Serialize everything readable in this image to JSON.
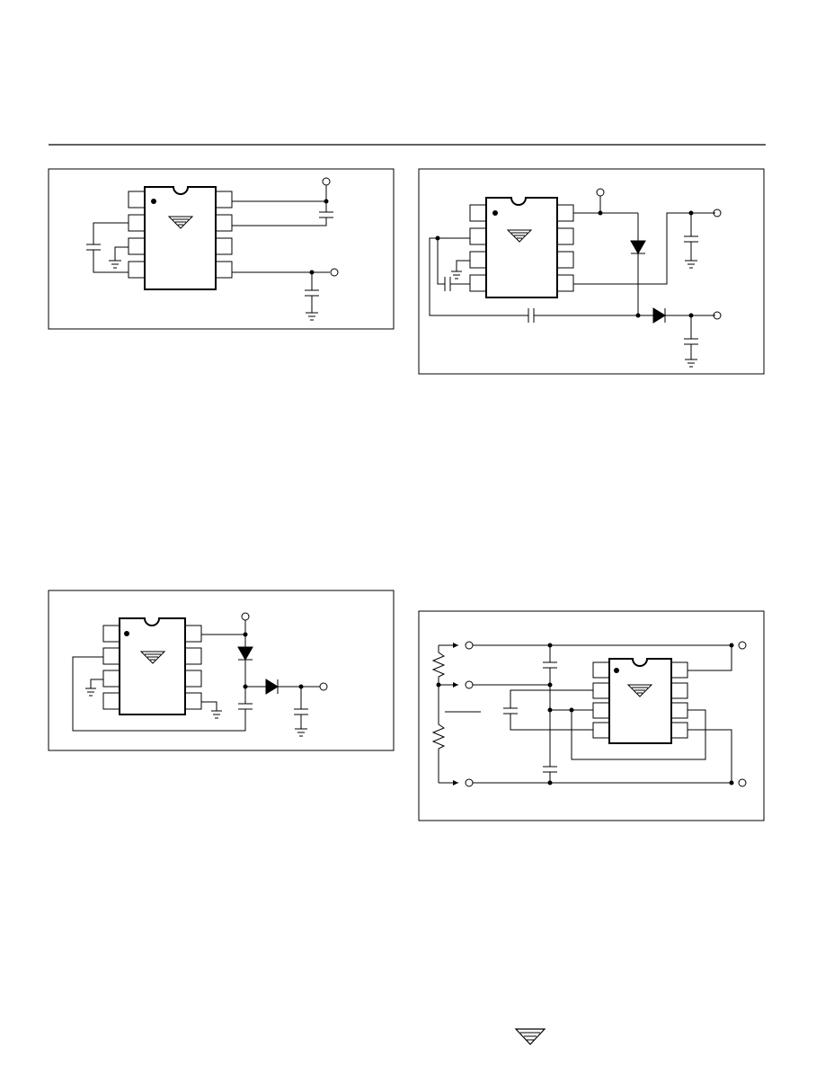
{
  "document": {
    "header_rule": true,
    "logo": "triangle-logo",
    "figures": [
      {
        "name": "figure-top-left",
        "ic_pins": 8,
        "has_logo": true
      },
      {
        "name": "figure-top-right",
        "ic_pins": 8,
        "has_logo": true
      },
      {
        "name": "figure-bottom-left",
        "ic_pins": 8,
        "has_logo": true
      },
      {
        "name": "figure-bottom-right",
        "ic_pins": 8,
        "has_logo": true
      }
    ]
  },
  "colors": {
    "ink": "#000000",
    "paper": "#ffffff"
  }
}
